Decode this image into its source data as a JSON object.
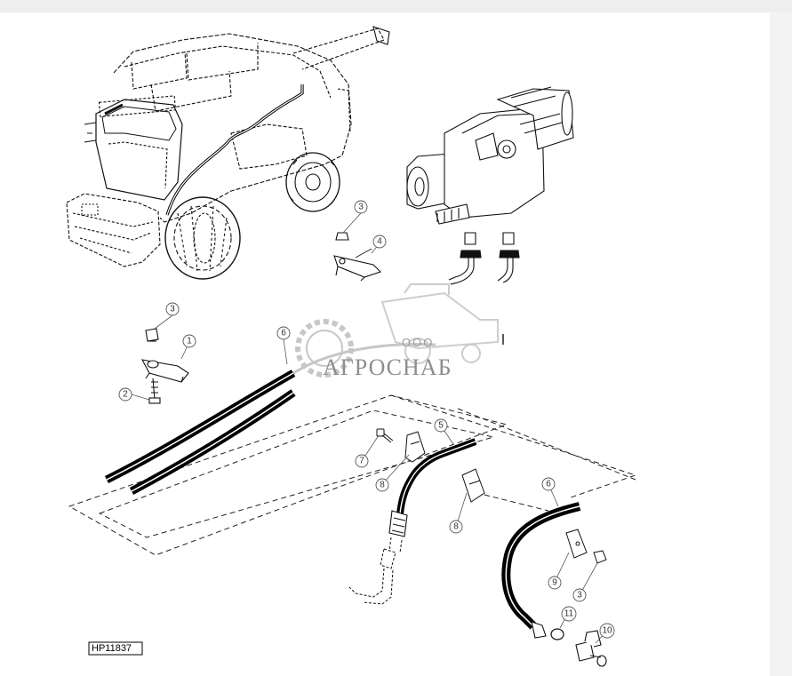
{
  "reference_code": "HP11837",
  "watermark": {
    "small_text": "ООО",
    "brand_text": "АГРОСНАБ"
  },
  "callouts": [
    {
      "id": "c-3a",
      "label": "3"
    },
    {
      "id": "c-4",
      "label": "4"
    },
    {
      "id": "c-3b",
      "label": "3"
    },
    {
      "id": "c-1",
      "label": "1"
    },
    {
      "id": "c-2",
      "label": "2"
    },
    {
      "id": "c-6a",
      "label": "6"
    },
    {
      "id": "c-5",
      "label": "5"
    },
    {
      "id": "c-7",
      "label": "7"
    },
    {
      "id": "c-8a",
      "label": "8"
    },
    {
      "id": "c-8b",
      "label": "8"
    },
    {
      "id": "c-6b",
      "label": "6"
    },
    {
      "id": "c-9",
      "label": "9"
    },
    {
      "id": "c-3c",
      "label": "3"
    },
    {
      "id": "c-11",
      "label": "11"
    },
    {
      "id": "c-10",
      "label": "10"
    }
  ]
}
